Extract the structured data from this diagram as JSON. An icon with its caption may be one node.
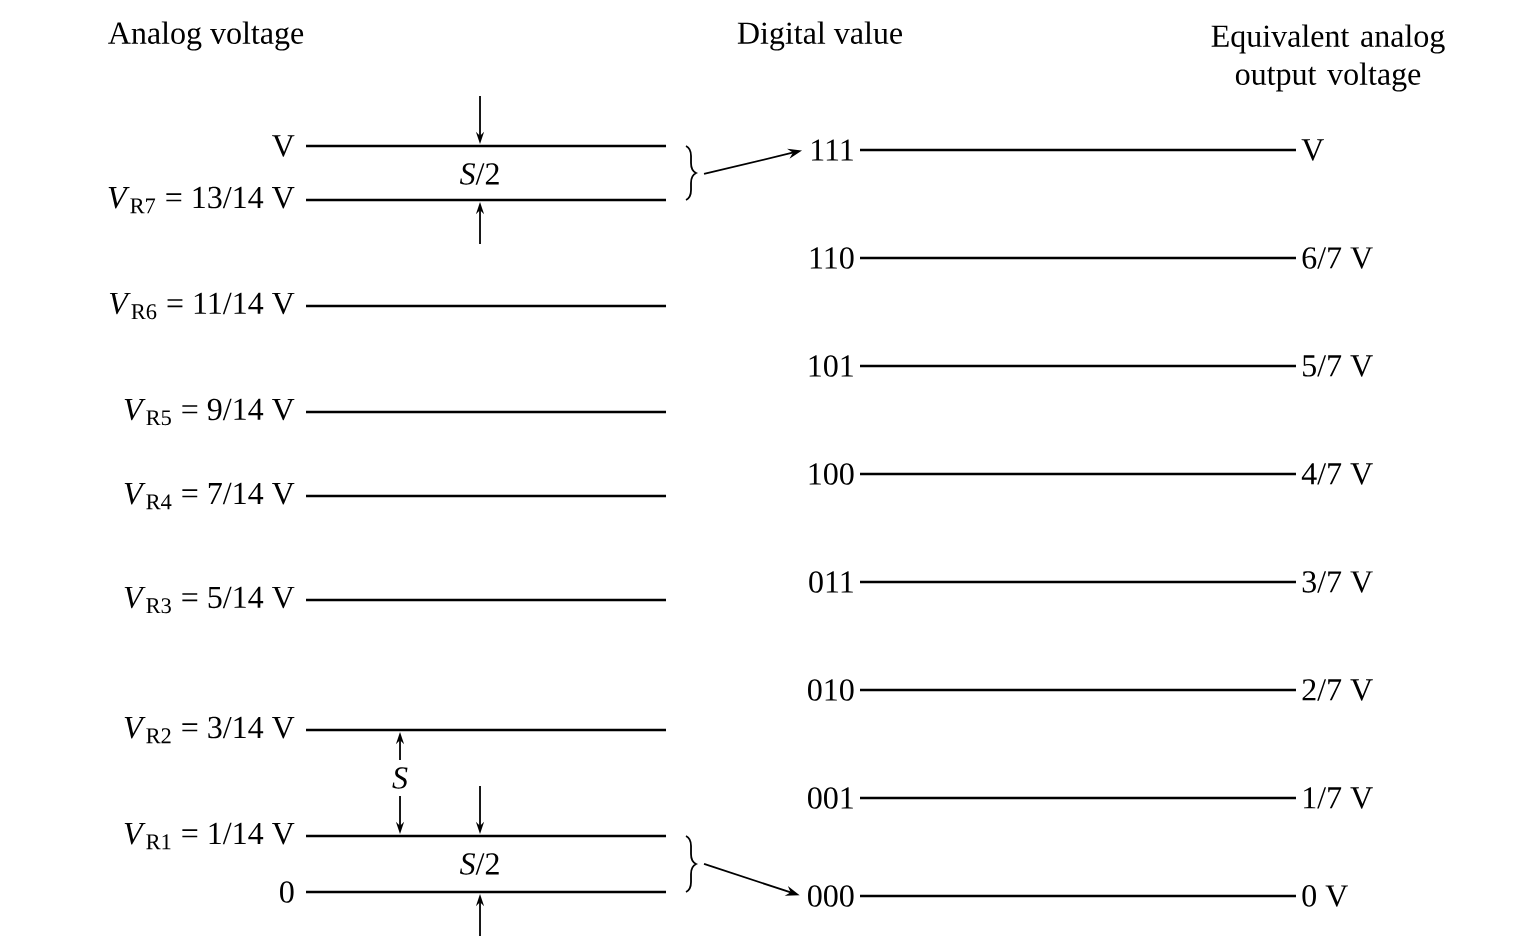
{
  "diagram": {
    "nodes": [
      {
        "text": [
          "111"
        ]
      },
      {
        "text": [
          "110"
        ]
      },
      {
        "text": [
          "101"
        ]
      },
      {
        "text": [
          "100"
        ]
      },
      {
        "text": [
          "011"
        ]
      },
      {
        "text": [
          "010"
        ]
      },
      {
        "text": [
          "001"
        ]
      },
      {
        "text": [
          "000"
        ]
      },
      {
        "text": [
          "V"
        ]
      },
      {
        "text": [
          "6/7 V"
        ]
      },
      {
        "text": [
          "5/7 V"
        ]
      },
      {
        "text": [
          "4/7 V"
        ]
      },
      {
        "text": [
          "3/7 V"
        ]
      },
      {
        "text": [
          "2/7 V"
        ]
      },
      {
        "text": [
          "1/7 V"
        ]
      },
      {
        "text": [
          "0 V"
        ]
      }
    ],
    "edges": [
      {
        "from": 0,
        "to": 8,
        "arrow": "none"
      },
      {
        "from": 1,
        "to": 9,
        "arrow": "none"
      },
      {
        "from": 2,
        "to": 10,
        "arrow": "none"
      },
      {
        "from": 3,
        "to": 11,
        "arrow": "none"
      },
      {
        "from": 4,
        "to": 12,
        "arrow": "none"
      },
      {
        "from": 5,
        "to": 13,
        "arrow": "none"
      },
      {
        "from": 6,
        "to": 14,
        "arrow": "none"
      },
      {
        "from": 7,
        "to": 15,
        "arrow": "none"
      },
      {
        "from": null,
        "to": 0,
        "arrow": "to"
      },
      {
        "from": null,
        "to": 7,
        "arrow": "to"
      }
    ],
    "labels": [
      "Analog voltage",
      "Digital value",
      "Equivalent analog output voltage",
      "V",
      "*S*/2",
      "*V*$_{R7}$ = 13/14 V",
      "*V*$_{R6}$ = 11/14 V",
      "*V*$_{R5}$ = 9/14 V",
      "*V*$_{R4}$ = 7/14 V",
      "*V*$_{R3}$ = 5/14 V",
      "*V*$_{R2}$ = 3/14 V",
      "*S*",
      "*V*$_{R1}$ = 1/14 V",
      "*S*/2",
      "0"
    ]
  }
}
